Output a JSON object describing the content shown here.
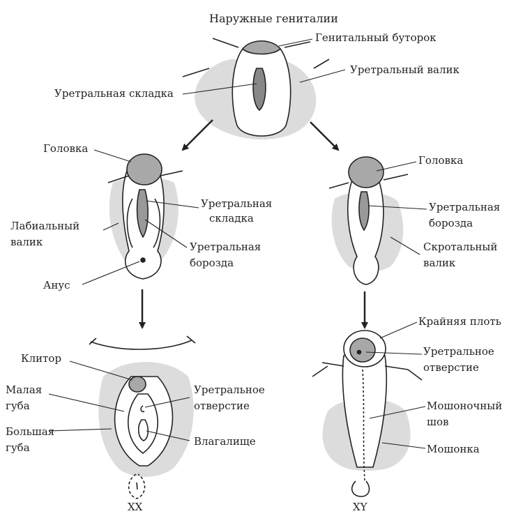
{
  "colors": {
    "background": "#ffffff",
    "swelling_gray": "#dcdcdc",
    "tubercle_gray": "#a8a8a8",
    "ink": "#222222"
  },
  "title": "Наружные гениталии",
  "top": {
    "genital_tubercle": "Генитальный буторок",
    "urethral_ridge": "Уретральный валик",
    "urethral_fold": "Уретральная складка"
  },
  "female_mid": {
    "glans": "Головка",
    "urethral_fold_1": "Уретральная",
    "urethral_fold_2": "складка",
    "labial_swelling_1": "Лабиальный",
    "labial_swelling_2": "валик",
    "urethral_groove_1": "Уретральная",
    "urethral_groove_2": "борозда",
    "anus": "Анус"
  },
  "male_mid": {
    "glans": "Головка",
    "urethral_groove_1": "Уретральная",
    "urethral_groove_2": "борозда",
    "scrotal_swelling_1": "Скротальный",
    "scrotal_swelling_2": "валик"
  },
  "female_bottom": {
    "clitoris": "Клитор",
    "labia_minora_1": "Малая",
    "labia_minora_2": "губа",
    "urethral_opening_1": "Уретральное",
    "urethral_opening_2": "отверстие",
    "labia_majora_1": "Большая",
    "labia_majora_2": "губа",
    "vagina": "Влагалище",
    "caption": "XX"
  },
  "male_bottom": {
    "foreskin": "Крайняя плоть",
    "urethral_opening_1": "Уретральное",
    "urethral_opening_2": "отверстие",
    "scrotal_raphe_1": "Мошоночный",
    "scrotal_raphe_2": "шов",
    "scrotum": "Мошонка",
    "caption": "XY"
  }
}
